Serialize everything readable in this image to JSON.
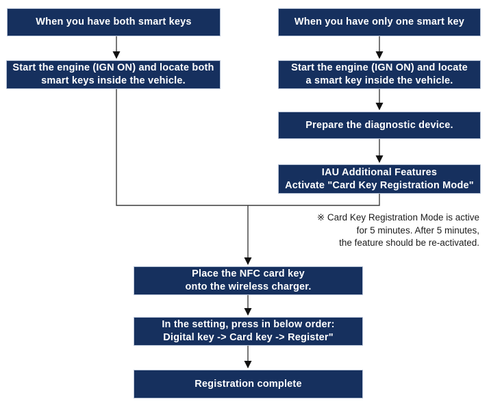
{
  "colors": {
    "box_bg": "#16305e",
    "box_border": "#b5c1d5",
    "box_text": "#ffffff",
    "connector": "#3c3c3c",
    "arrowhead": "#111111",
    "note_text": "#1c1c1c",
    "page_bg": "#ffffff"
  },
  "boxes": {
    "left1": "When you have both smart keys",
    "left2": "Start the engine (IGN ON) and locate both\nsmart keys inside the vehicle.",
    "right1": "When you have only one smart key",
    "right2": "Start the engine (IGN ON) and locate\na smart key inside the vehicle.",
    "right3": "Prepare the diagnostic device.",
    "right4": "IAU Additional Features\nActivate \"Card Key Registration Mode\"",
    "center1": "Place the NFC card key\nonto the wireless charger.",
    "center2": "In the setting, press in below order:\nDigital key -> Card key -> Register\"",
    "center3": "Registration complete"
  },
  "note": {
    "text": "※ Card Key Registration Mode is active\nfor 5 minutes. After 5 minutes,\nthe feature should be re-activated."
  }
}
